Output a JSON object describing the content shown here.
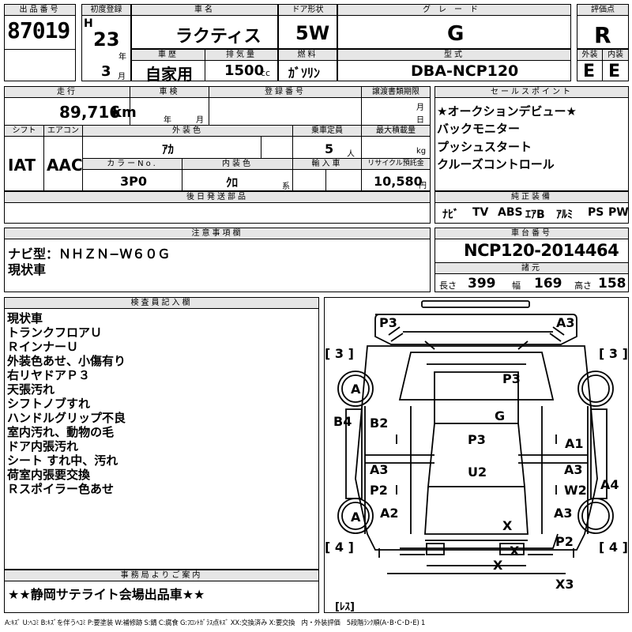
{
  "header": {
    "lot_label": "出品番号",
    "lot_number": "87019",
    "reg_label": "初度登録",
    "era": "H",
    "reg_year": "23",
    "year_unit": "年",
    "reg_month": "3",
    "month_unit": "月",
    "name_label": "車名",
    "car_name": "ラクティス",
    "history_label": "車歴",
    "history": "自家用",
    "disp_label": "排気量",
    "displacement": "1500",
    "disp_unit": "cc",
    "door_label": "ドア形状",
    "doors": "5W",
    "fuel_label": "燃料",
    "fuel": "ｶﾞｿﾘﾝ",
    "grade_label": "グレード",
    "grade": "G",
    "model_label": "型式",
    "model": "DBA-NCP120",
    "score_label": "評価点",
    "score": "R",
    "ext_label": "外装",
    "ext_grade": "E",
    "int_label": "内装",
    "int_grade": "E"
  },
  "row2": {
    "mileage_label": "走行",
    "mileage": "89,716",
    "mileage_unit": "km",
    "inspection_label": "車検",
    "insp_year": "年",
    "insp_month": "月",
    "regno_label": "登録番号",
    "transfer_label": "譲渡書類期限",
    "transfer_month": "月",
    "transfer_day": "日",
    "shift_label": "シフト",
    "shift": "IAT",
    "ac_label": "エアコン",
    "ac": "AAC",
    "color_label": "外装色",
    "color": "ｱｶ",
    "capacity_label": "乗車定員",
    "capacity": "5",
    "capacity_unit": "人",
    "load_label": "最大積載量",
    "load_unit": "kg",
    "colorno_label": "カラーNo.",
    "color_no": "3P0",
    "intcolor_label": "内装色",
    "int_color": "ｸﾛ",
    "int_color_unit": "系",
    "import_label": "輸入車",
    "recycle_label": "リサイクル預託金",
    "recycle": "10,580",
    "recycle_unit": "円"
  },
  "sales_points": {
    "label": "セールスポイント",
    "items": [
      "★オークションデビュー★",
      "バックモニター",
      "プッシュスタート",
      "クルーズコントロール"
    ]
  },
  "later_parts_label": "後日発送部品",
  "equipment": {
    "label": "純正装備",
    "items": [
      "ﾅﾋﾞ",
      "TV",
      "ABS",
      "ｴｱB",
      "ｱﾙﾐ",
      "PS",
      "PW"
    ]
  },
  "caution": {
    "label": "注意事項欄",
    "lines": [
      "ナビ型：ＮＨＺＮ−Ｗ６０Ｇ",
      "現状車"
    ]
  },
  "chassis": {
    "label": "車台番号",
    "number": "NCP120-2014464",
    "spec_label": "諸元",
    "len_label": "長さ",
    "length": "399",
    "wid_label": "幅",
    "width": "169",
    "hgt_label": "高さ",
    "height": "158"
  },
  "inspector": {
    "label": "検査員記入欄",
    "lines": [
      "現状車",
      "トランクフロアＵ",
      "ＲインナーＵ",
      "外装色あせ、小傷有り",
      "右リヤドアＰ３",
      "天張汚れ",
      "シフトノブすれ",
      "ハンドルグリップ不良",
      "室内汚れ、動物の毛",
      "ドア内張汚れ",
      "シート すれ中、汚れ",
      "荷室内張要交換",
      "Ｒスポイラー色あせ"
    ]
  },
  "office": {
    "label": "事務局よりご案内",
    "text": "★★静岡サテライト会場出品車★★"
  },
  "diagram": {
    "labels": {
      "p3_tl": "P3",
      "a3_tr": "A3",
      "b3l": "[ 3 ]",
      "b3r": "[ 3 ]",
      "a_tl": "A",
      "p3_roof": "P3",
      "g": "G",
      "b4": "B4",
      "b2": "B2",
      "p3_center": "P3",
      "a1": "A1",
      "a3_l": "A3",
      "a3_r": "A3",
      "p2_l": "P2",
      "u2": "U2",
      "w2": "W2",
      "a4": "A4",
      "a_bl": "A",
      "a2": "A2",
      "a3_br": "A3",
      "x_1": "X",
      "b4l": "[ 4 ]",
      "b4r": "[ 4 ]",
      "p2_r": "P2",
      "x_2": "X",
      "x_3": "X",
      "x3": "X3",
      "res": "[ﾚｽ]"
    }
  },
  "legend": "A:ｷｽﾞ U:ﾍｺﾐ B:ｷｽﾞを伴うﾍｺﾐ P:要塗装 W:補修跡 S:錆 C:腐食 G:ﾌﾛﾝﾄｶﾞﾗｽ点ｷｽﾞ XX:交換済み X:要交換　内・外装評価　5段階ﾗﾝｸ順(A･B･C･D･E) 1",
  "colors": {
    "header_bg": "#e6e6e6",
    "border": "#000000"
  }
}
